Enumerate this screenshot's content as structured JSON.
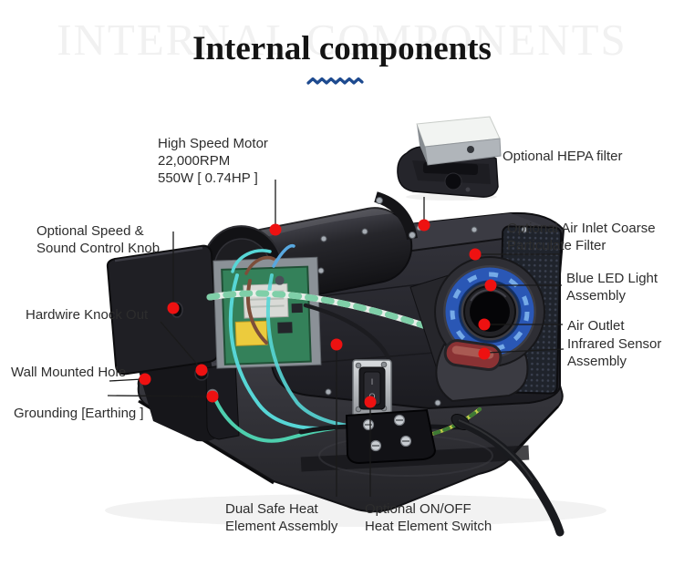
{
  "page": {
    "watermark": "INTERNAL COMPONENTS",
    "title": "Internal components"
  },
  "colors": {
    "accent_red": "#ee1111",
    "divider_blue": "#1d4a8f",
    "led_blue": "#2a57b5",
    "ir_red": "#8a3234"
  },
  "switch_markings": {
    "on": "I",
    "off": "O"
  },
  "labels": {
    "high_speed_motor": {
      "lines": [
        "High Speed Motor",
        "22,000RPM",
        "550W [ 0.74HP ]"
      ]
    },
    "hepa_filter": {
      "lines": [
        "Optional HEPA filter"
      ]
    },
    "speed_knob": {
      "lines": [
        "Optional Speed &",
        "Sound Control Knob"
      ]
    },
    "hardwire": {
      "lines": [
        "Hardwire Knock Out"
      ]
    },
    "wall_hole": {
      "lines": [
        "Wall Mounted Hole"
      ]
    },
    "grounding": {
      "lines": [
        "Grounding [Earthing ]"
      ]
    },
    "coarse_filter": {
      "lines": [
        "Optional Air Inlet Coarse",
        "Particulate Filter"
      ]
    },
    "blue_led": {
      "lines": [
        "Blue LED Light",
        "Assembly"
      ]
    },
    "air_outlet": {
      "lines": [
        "Air Outlet"
      ]
    },
    "infrared": {
      "lines": [
        "Infrared Sensor",
        "Assembly"
      ]
    },
    "dual_heat": {
      "lines": [
        "Dual Safe Heat",
        "Element Assembly"
      ]
    },
    "onoff_switch": {
      "lines": [
        "Optional ON/OFF",
        "Heat Element Switch"
      ]
    }
  }
}
